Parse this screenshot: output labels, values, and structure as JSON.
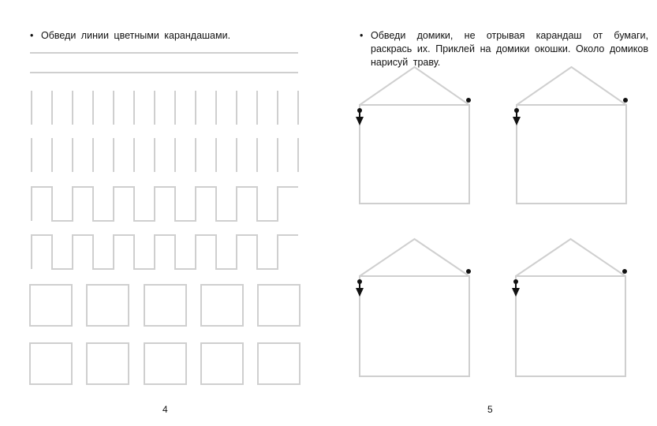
{
  "left_page": {
    "instruction": "Обведи линии цветными карандашами.",
    "page_number": "4"
  },
  "right_page": {
    "instruction": "Обведи домики, не отрывая карандаш от бумаги, раскрась их. Приклей на домики окошки. Около домиков нарисуй траву.",
    "page_number": "5",
    "house_count": 4
  },
  "colors": {
    "trace_line": "#cfcfcf",
    "ink": "#111111"
  }
}
